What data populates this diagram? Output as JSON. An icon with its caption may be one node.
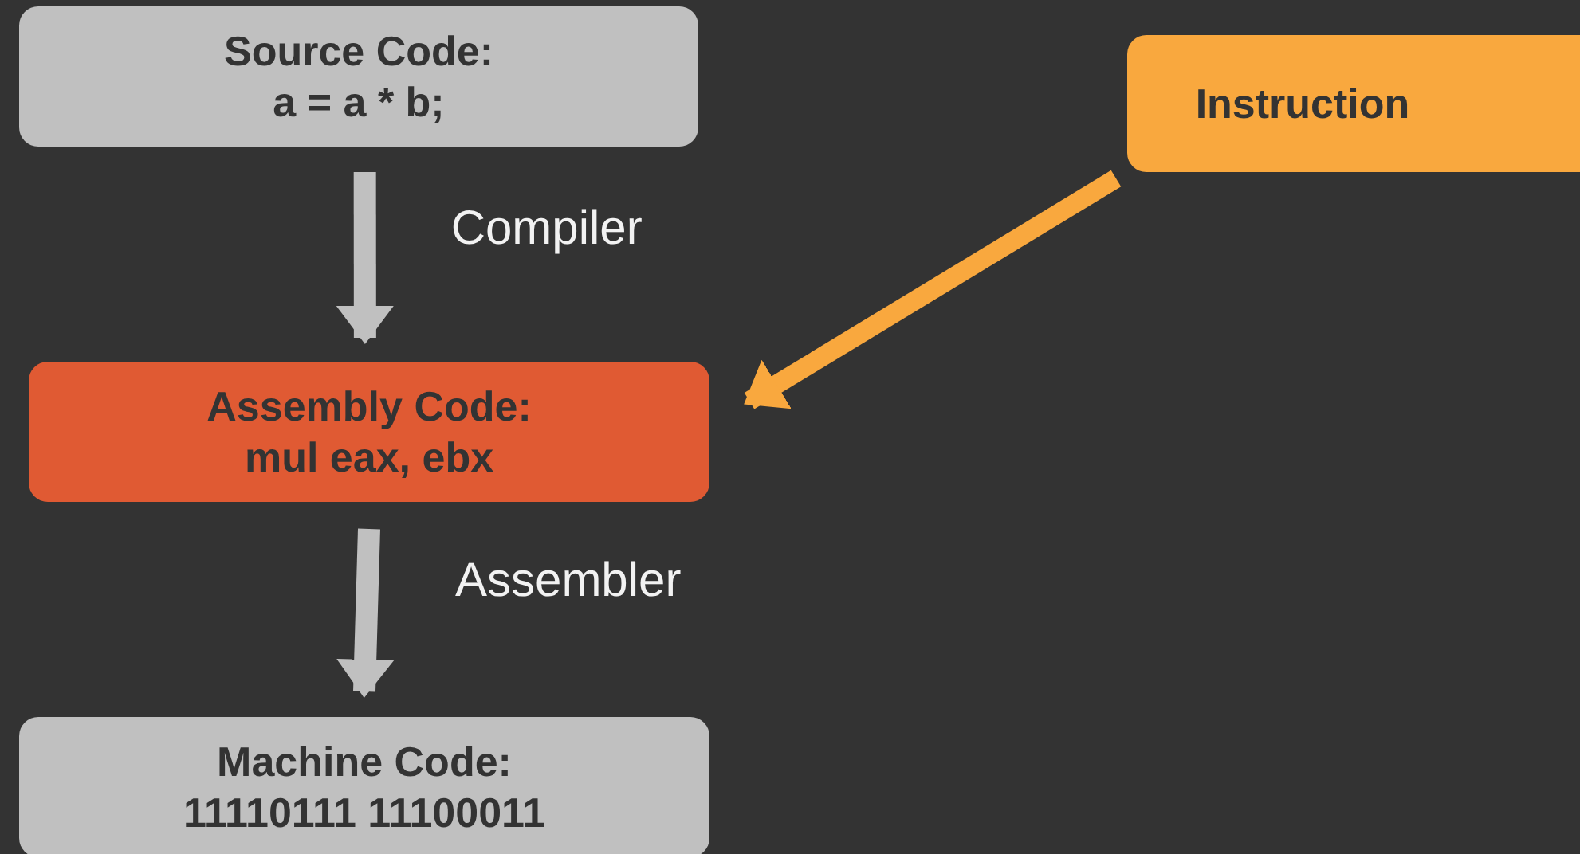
{
  "diagram": {
    "nodes": [
      {
        "text": [
          "Source Code:",
          "a = a * b;"
        ]
      },
      {
        "text": [
          "Assembly Code:",
          "mul eax, ebx"
        ]
      },
      {
        "text": [
          "Machine Code:",
          "11110111 11100011"
        ]
      },
      {
        "text": [
          "Instruction"
        ]
      }
    ],
    "edges": [
      {
        "from": 0,
        "to": 1,
        "arrow": "to",
        "label": "Compiler"
      },
      {
        "from": 1,
        "to": 2,
        "arrow": "to",
        "label": "Assembler"
      },
      {
        "from": 3,
        "to": 1,
        "arrow": "to",
        "color": "#f9a83e"
      }
    ]
  }
}
